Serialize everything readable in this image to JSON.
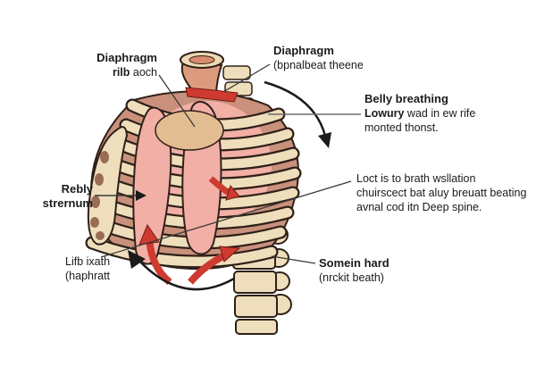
{
  "figure": {
    "description": "Anatomical diagram of a human ribcage, diaphragm and spine with breathing arrows"
  },
  "labels": {
    "top_left": {
      "title": "Diaphragm",
      "line2_bold": "rilb",
      "line2_rest": " aoch"
    },
    "top_center": {
      "title": "Diaphragm",
      "subtitle": "(bpnalbeat theene"
    },
    "belly": {
      "title": "Belly breathing",
      "line2_bold": "Lowury",
      "line2_rest": " wad in ew rife",
      "line3": "monted thonst."
    },
    "locus": {
      "line1": "Loct is to brath wsllation",
      "line2": "chuirscect bat aluy breuatt beating",
      "line3": "avnal cod itn Deep spine."
    },
    "sternum": {
      "line1": "Rebly",
      "line2": "strernum"
    },
    "bottom_left": {
      "line1": "Lifb ixath",
      "line2": "(haphratt"
    },
    "spine": {
      "title": "Somein hard",
      "subtitle": "(nrckit beath)"
    }
  },
  "colors": {
    "bone": "#efdebb",
    "outline": "#2e2018",
    "muscle_pink": "#f2afa5",
    "intercostal_tan": "#c9917c",
    "arrow_red": "#ce3a30",
    "text": "#1b1b1b"
  }
}
